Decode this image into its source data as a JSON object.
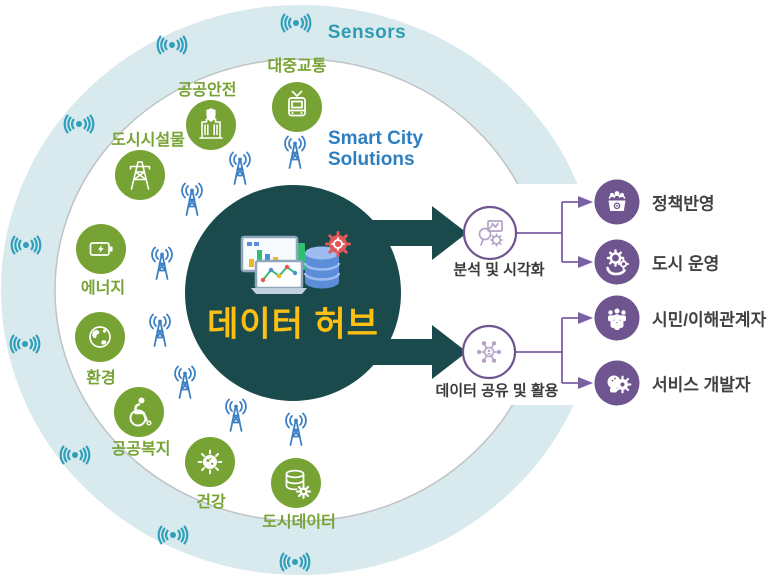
{
  "ring": {
    "label": "Sensors"
  },
  "solutions": {
    "line1": "Smart City",
    "line2": "Solutions"
  },
  "hub": {
    "title": "데이터 허브",
    "icon": "dashboard-monitors-database-icon"
  },
  "categories": [
    {
      "label": "대중교통",
      "icon": "tram-icon"
    },
    {
      "label": "공공안전",
      "icon": "building-shield-icon"
    },
    {
      "label": "도시시설물",
      "icon": "transmission-tower-icon"
    },
    {
      "label": "에너지",
      "icon": "battery-icon"
    },
    {
      "label": "환경",
      "icon": "globe-icon"
    },
    {
      "label": "공공복지",
      "icon": "wheelchair-icon"
    },
    {
      "label": "건강",
      "icon": "virus-icon"
    },
    {
      "label": "도시데이터",
      "icon": "database-gear-icon"
    }
  ],
  "processes": [
    {
      "label": "분석 및 시각화",
      "icon": "analysis-visualization-icon"
    },
    {
      "label": "데이터 공유 및 활용",
      "icon": "data-sharing-network-icon"
    }
  ],
  "outputs": [
    {
      "label": "정책반영",
      "icon": "policy-ballot-icon"
    },
    {
      "label": "도시 운영",
      "icon": "hand-gears-icon"
    },
    {
      "label": "시민/이해관계자",
      "icon": "citizens-group-icon"
    },
    {
      "label": "서비스 개발자",
      "icon": "developer-gear-icon"
    }
  ],
  "decor_icons": {
    "outer_ring": "wifi-sensor-icon",
    "inner_area": "antenna-tower-icon"
  },
  "palette": {
    "ring": "#d9eaee",
    "ring_edge": "#bfc3c5",
    "sensors_text": "#2f9cb4",
    "solutions_text": "#2e7fc2",
    "wifi_icon": "#2f9fba",
    "antenna_icon": "#3b7fc4",
    "category_green": "#76a333",
    "hub_dark_teal": "#1b4a4d",
    "hub_title_yellow": "#fcbf12",
    "purple_solid": "#6f5590",
    "purple_line": "#7b5fa3",
    "purple_light": "#b4a2c8",
    "label_dark": "#414141"
  }
}
